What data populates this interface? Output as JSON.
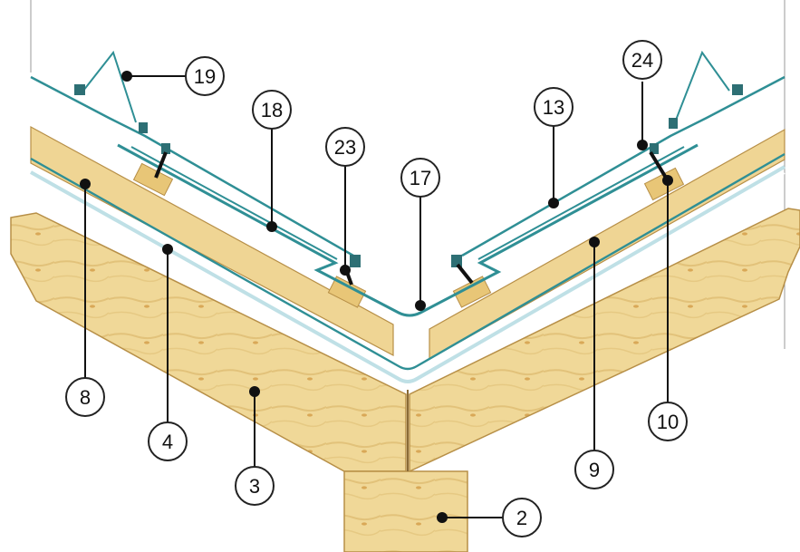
{
  "colors": {
    "wood_light": "#f2dd9c",
    "wood_mid": "#e6c576",
    "wood_grain": "#d4a85a",
    "wood_edge": "#b78f47",
    "metal": "#2f8f95",
    "metal_light": "#d8ecef",
    "underlay": "#bfe0e6",
    "fastener": "#2d6f74",
    "line": "#111111"
  },
  "callouts": [
    {
      "id": "c19",
      "number": "19"
    },
    {
      "id": "c18",
      "number": "18"
    },
    {
      "id": "c23",
      "number": "23"
    },
    {
      "id": "c17",
      "number": "17"
    },
    {
      "id": "c13",
      "number": "13"
    },
    {
      "id": "c24",
      "number": "24"
    },
    {
      "id": "c8",
      "number": "8"
    },
    {
      "id": "c4",
      "number": "4"
    },
    {
      "id": "c3",
      "number": "3"
    },
    {
      "id": "c2",
      "number": "2"
    },
    {
      "id": "c9",
      "number": "9"
    },
    {
      "id": "c10",
      "number": "10"
    }
  ]
}
